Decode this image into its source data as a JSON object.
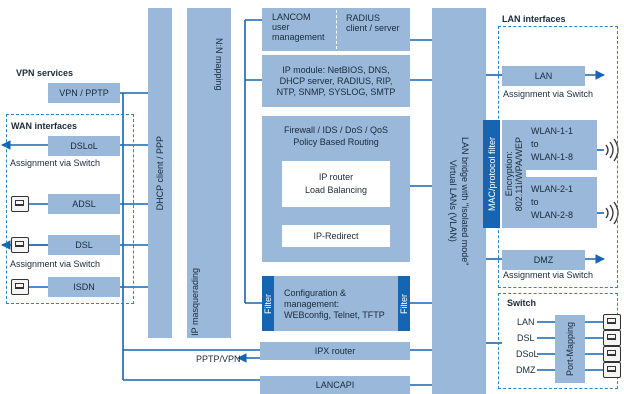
{
  "headings": {
    "lan_interfaces": "LAN interfaces",
    "vpn_services": "VPN services",
    "wan_interfaces": "WAN interfaces",
    "switch": "Switch"
  },
  "columns": {
    "dhcp": "DHCP client / PPP",
    "nn_mapping": "N:N mapping",
    "ip_masquerading": "IP masquerading",
    "lan_bridge_line1": "LAN bridge with \"isolated mode\"",
    "lan_bridge_line2": "Virtual LANs (VLAN)",
    "mac_filter": "MAC/protocol filter",
    "encryption_line1": "Encryption:",
    "encryption_line2": "802.11i/WPA/WEP"
  },
  "wan": {
    "vpn_pptp": "VPN / PPTP",
    "dslol": "DSLoL",
    "assign_switch_1": "Assignment via Switch",
    "adsl": "ADSL",
    "dsl": "DSL",
    "assign_switch_2": "Assignment via Switch",
    "isdn": "ISDN"
  },
  "center": {
    "lancom_line1": "LANCOM",
    "lancom_line2": "user",
    "lancom_line3": "management",
    "radius_line1": "RADIUS",
    "radius_line2": "client / server",
    "ipmod_line1": "IP module: NetBIOS, DNS,",
    "ipmod_line2": "DHCP server, RADIUS, RIP,",
    "ipmod_line3": "NTP, SNMP, SYSLOG, SMTP",
    "fw_line1": "Firewall / IDS / DoS / QoS",
    "fw_line2": "Policy Based Routing",
    "iprouter_line1": "IP router",
    "iprouter_line2": "Load Balancing",
    "ip_redirect": "IP-Redirect",
    "filter_left": "Filter",
    "filter_right": "Filter",
    "config_line1": "Configuration &",
    "config_line2": "management:",
    "config_line3": "WEBconfig, Telnet, TFTP",
    "ipx_router": "IPX router",
    "pptp_vpn": "PPTP/VPN",
    "lancapi": "LANCAPI"
  },
  "lan": {
    "lan": "LAN",
    "assign_switch_lan": "Assignment via Switch",
    "wlan1_line1": "WLAN-1-1",
    "wlan1_line2": "to",
    "wlan1_line3": "WLAN-1-8",
    "wlan2_line1": "WLAN-2-1",
    "wlan2_line2": "to",
    "wlan2_line3": "WLAN-2-8",
    "dmz": "DMZ",
    "assign_switch_dmz": "Assignment via Switch"
  },
  "switch_ports": {
    "lan": "LAN",
    "dsl": "DSL",
    "dsol": "DSoL",
    "dmz": "DMZ",
    "port_mapping": "Port-Mapping"
  }
}
